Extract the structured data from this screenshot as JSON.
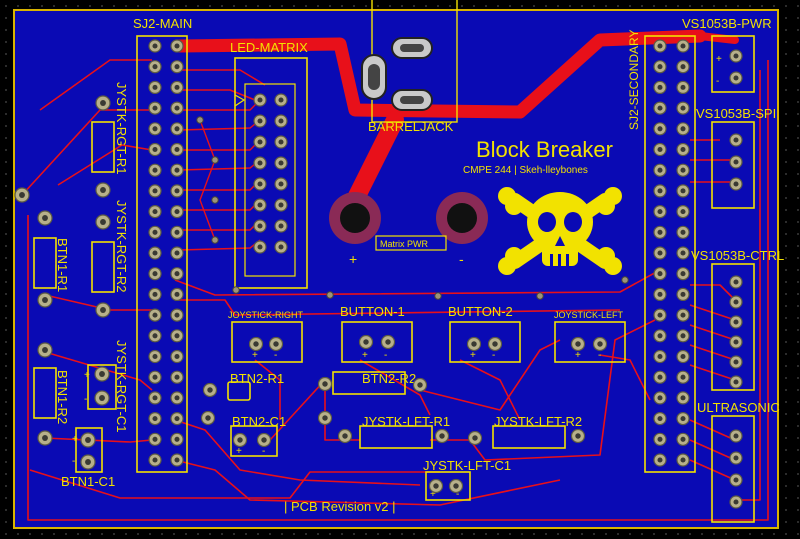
{
  "board": {
    "title": "Block Breaker",
    "subtitle": "CMPE 244 | Skeh-lleybones",
    "revision": "| PCB Revision v2 |",
    "matrix_pwr": "Matrix PWR",
    "plus": "+",
    "minus": "-"
  },
  "labels": {
    "sj2_main": "SJ2-MAIN",
    "led_matrix": "LED-MATRIX",
    "barreljack": "BARRELJACK",
    "sj2_secondary": "SJ2-SECONDARY",
    "vs_pwr": "VS1053B-PWR",
    "vs_spi": "VS1053B-SPI",
    "vs_ctrl": "VS1053B-CTRL",
    "ultrasonic": "ULTRASONIC",
    "jystk_rgt_r1": "JYSTK-RGT-R1",
    "jystk_rgt_r2": "JYSTK-RGT-R2",
    "jystk_rgt_c1": "JYSTK-RGT-C1",
    "btn1_r1": "BTN1-R1",
    "btn1_r2": "BTN1-R2",
    "btn1_c1": "BTN1-C1",
    "joystick_right": "JOYSTICK-RIGHT",
    "button_1": "BUTTON-1",
    "button_2": "BUTTON-2",
    "joystick_left": "JOYSTICK-LEFT",
    "btn2_r1": "BTN2-R1",
    "btn2_r2": "BTN2-R2",
    "btn2_c1": "BTN2-C1",
    "jystk_lft_r1": "JYSTK-LFT-R1",
    "jystk_lft_r2": "JYSTK-LFT-R2",
    "jystk_lft_c1": "JYSTK-LFT-C1"
  },
  "pin_marks": {
    "plus": "+",
    "minus": "-"
  },
  "colors": {
    "board": "#0a0ab4",
    "trace": "#e8101a",
    "silkscreen": "#f2e200",
    "pad": "#b7b08a",
    "edge": "#d9b400"
  }
}
